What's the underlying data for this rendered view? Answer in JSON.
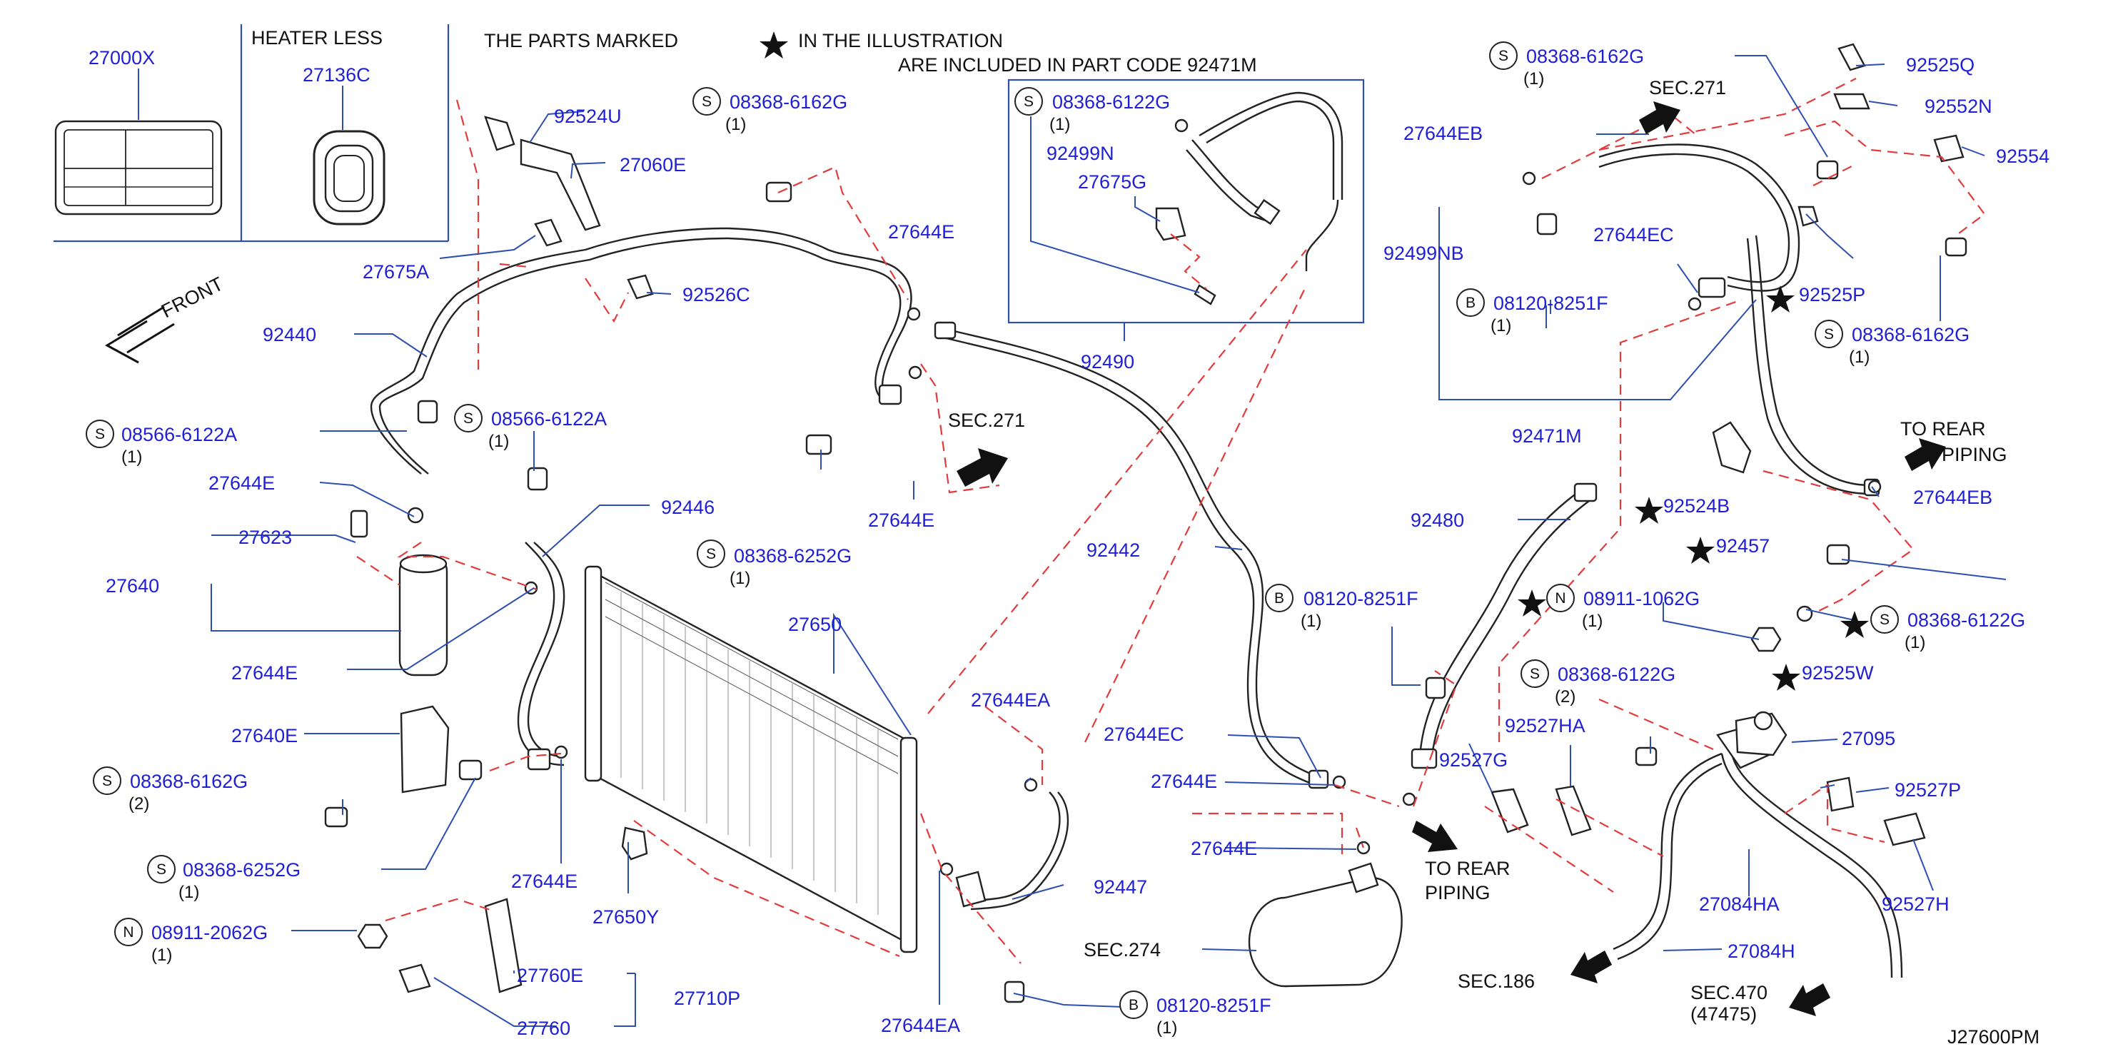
{
  "header": {
    "note_line1": "THE  PARTS  MARKED",
    "note_line1b": "IN  THE  ILLUSTRATION",
    "note_line2": "ARE  INCLUDED  IN  PART  CODE  92471M",
    "heater_less": "HEATER  LESS",
    "diagram_code": "J27600PM"
  },
  "icons": {
    "star": "star-icon",
    "front_arrow": "front-arrow-icon",
    "direction_arrow": "arrow-icon"
  },
  "labels": {
    "p27000X": "27000X",
    "p27136C": "27136C",
    "p92524U": "92524U",
    "p27060E": "27060E",
    "p27675A": "27675A",
    "p92526C": "92526C",
    "front": "FRONT",
    "p92440": "92440",
    "s08566a_num": "08566-6122A",
    "s08566a_qty": "(1)",
    "s08566b_num": "08566-6122A",
    "s08566b_qty": "(1)",
    "p27644E_a": "27644E",
    "p27623": "27623",
    "p27640": "27640",
    "p27644E_b": "27644E",
    "p92446": "92446",
    "p27640E": "27640E",
    "s08368_6162G_a_num": "08368-6162G",
    "s08368_6162G_a_qty": "(2)",
    "s08368_6252G_a_num": "08368-6252G",
    "s08368_6252G_a_qty": "(1)",
    "n08911_2062G_num": "08911-2062G",
    "n08911_2062G_qty": "(1)",
    "p27760E": "27760E",
    "p27710P": "27710P",
    "p27760": "27760",
    "s08368_6162G_b_num": "08368-6162G",
    "s08368_6162G_b_qty": "(1)",
    "p27644E_c": "27644E",
    "sec271_a": "SEC.271",
    "p27644E_d": "27644E",
    "s08368_6252G_b_num": "08368-6252G",
    "s08368_6252G_b_qty": "(1)",
    "p27650": "27650",
    "p27644E_e": "27644E",
    "p27650Y": "27650Y",
    "p27644EA_a": "27644EA",
    "p92447": "92447",
    "p27644EA_b": "27644EA",
    "b08120_a_num": "08120-8251F",
    "b08120_a_qty": "(1)",
    "s08368_6122G_a_num": "08368-6122G",
    "s08368_6122G_a_qty": "(1)",
    "p92499N": "92499N",
    "p27675G": "27675G",
    "p92490": "92490",
    "p92442": "92442",
    "b08120_b_num": "08120-8251F",
    "b08120_b_qty": "(1)",
    "p27644EC_a": "27644EC",
    "p27644E_f": "27644E",
    "p27644E_g": "27644E",
    "sec274": "SEC.274",
    "to_rear_a1": "TO  REAR",
    "to_rear_a2": "PIPING",
    "s08368_6162G_c_num": "08368-6162G",
    "s08368_6162G_c_qty": "(1)",
    "sec271_b": "SEC.271",
    "p92525Q": "92525Q",
    "p92552N": "92552N",
    "p92554": "92554",
    "p27644EB_a": "27644EB",
    "p92499NB": "92499NB",
    "p27644EC_b": "27644EC",
    "b08120_c_num": "08120-8251F",
    "b08120_c_qty": "(1)",
    "p92525P": "92525P",
    "s08368_6162G_d_num": "08368-6162G",
    "s08368_6162G_d_qty": "(1)",
    "p92471M": "92471M",
    "to_rear_b1": "TO   REAR",
    "to_rear_b2": "PIPING",
    "p27644EB_b": "27644EB",
    "p92480": "92480",
    "p92524B": "92524B",
    "p92457": "92457",
    "n08911_1062G_num": "08911-1062G",
    "n08911_1062G_qty": "(1)",
    "s08368_6122G_b_num": "08368-6122G",
    "s08368_6122G_b_qty": "(1)",
    "p92525W": "92525W",
    "s08368_6122G_c_num": "08368-6122G",
    "s08368_6122G_c_qty": "(2)",
    "p92527HA": "92527HA",
    "p92527G": "92527G",
    "p27095": "27095",
    "p92527P": "92527P",
    "p27084HA": "27084HA",
    "p92527H": "92527H",
    "p27084H": "27084H",
    "sec186": "SEC.186",
    "sec470": "SEC.470",
    "sec470_sub": "(47475)",
    "badge_s": "S",
    "badge_b": "B",
    "badge_n": "N"
  }
}
